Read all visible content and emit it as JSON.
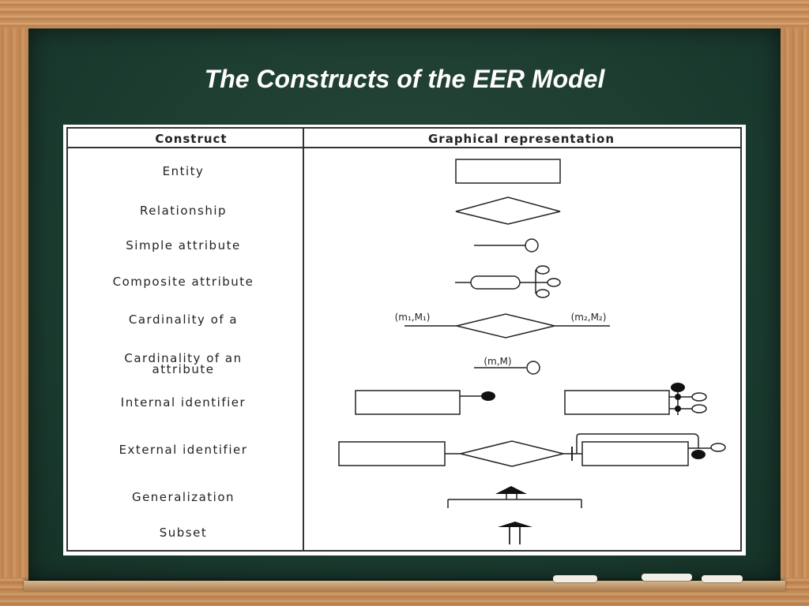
{
  "slide": {
    "title": "The Constructs of the EER Model"
  },
  "table": {
    "headers": [
      "Construct",
      "Graphical representation"
    ],
    "rows": [
      {
        "construct": [
          "Entity"
        ],
        "symbol": "entity-rectangle"
      },
      {
        "construct": [
          "Relationship"
        ],
        "symbol": "relationship-diamond"
      },
      {
        "construct": [
          "Simple attribute"
        ],
        "symbol": "simple-attribute"
      },
      {
        "construct": [
          "Composite attribute"
        ],
        "symbol": "composite-attribute"
      },
      {
        "construct": [
          "Cardinality of a"
        ],
        "symbol": "relationship-cardinality",
        "left_label": "(m₁,M₁)",
        "right_label": "(m₂,M₂)"
      },
      {
        "construct": [
          "Cardinality of an",
          "attribute"
        ],
        "symbol": "attribute-cardinality",
        "label": "(m,M)"
      },
      {
        "construct": [
          "Internal identifier"
        ],
        "symbol": "internal-identifier"
      },
      {
        "construct": [
          "External identifier"
        ],
        "symbol": "external-identifier"
      },
      {
        "construct": [
          "Generalization"
        ],
        "symbol": "generalization-arrow"
      },
      {
        "construct": [
          "Subset"
        ],
        "symbol": "subset-arrow"
      }
    ]
  }
}
